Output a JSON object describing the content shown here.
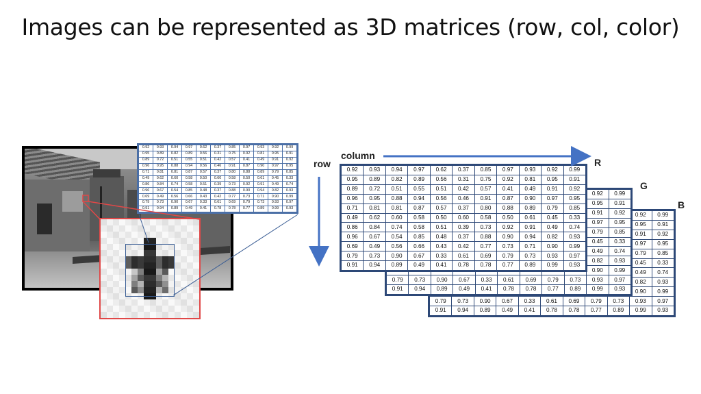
{
  "title": "Images can be represented as 3D matrices (row, col, color)",
  "labels": {
    "column": "column",
    "row": "row",
    "r": "R",
    "g": "G",
    "b": "B"
  },
  "matrix": [
    [
      "0.92",
      "0.93",
      "0.94",
      "0.97",
      "0.62",
      "0.37",
      "0.85",
      "0.97",
      "0.93",
      "0.92",
      "0.99"
    ],
    [
      "0.95",
      "0.89",
      "0.82",
      "0.89",
      "0.56",
      "0.31",
      "0.75",
      "0.92",
      "0.81",
      "0.95",
      "0.91"
    ],
    [
      "0.89",
      "0.72",
      "0.51",
      "0.55",
      "0.51",
      "0.42",
      "0.57",
      "0.41",
      "0.49",
      "0.91",
      "0.92"
    ],
    [
      "0.96",
      "0.95",
      "0.88",
      "0.94",
      "0.56",
      "0.46",
      "0.91",
      "0.87",
      "0.90",
      "0.97",
      "0.95"
    ],
    [
      "0.71",
      "0.81",
      "0.81",
      "0.87",
      "0.57",
      "0.37",
      "0.80",
      "0.88",
      "0.89",
      "0.79",
      "0.85"
    ],
    [
      "0.49",
      "0.62",
      "0.60",
      "0.58",
      "0.50",
      "0.60",
      "0.58",
      "0.50",
      "0.61",
      "0.45",
      "0.33"
    ],
    [
      "0.86",
      "0.84",
      "0.74",
      "0.58",
      "0.51",
      "0.39",
      "0.73",
      "0.92",
      "0.91",
      "0.49",
      "0.74"
    ],
    [
      "0.96",
      "0.67",
      "0.54",
      "0.85",
      "0.48",
      "0.37",
      "0.88",
      "0.90",
      "0.94",
      "0.82",
      "0.93"
    ],
    [
      "0.69",
      "0.49",
      "0.56",
      "0.66",
      "0.43",
      "0.42",
      "0.77",
      "0.73",
      "0.71",
      "0.90",
      "0.99"
    ],
    [
      "0.79",
      "0.73",
      "0.90",
      "0.67",
      "0.33",
      "0.61",
      "0.69",
      "0.79",
      "0.73",
      "0.93",
      "0.97"
    ],
    [
      "0.91",
      "0.94",
      "0.89",
      "0.49",
      "0.41",
      "0.78",
      "0.78",
      "0.77",
      "0.89",
      "0.99",
      "0.93"
    ]
  ],
  "colors": {
    "matrix_border": "#2d4877",
    "arrow": "#4472c4",
    "zoom_border": "#e04848"
  }
}
